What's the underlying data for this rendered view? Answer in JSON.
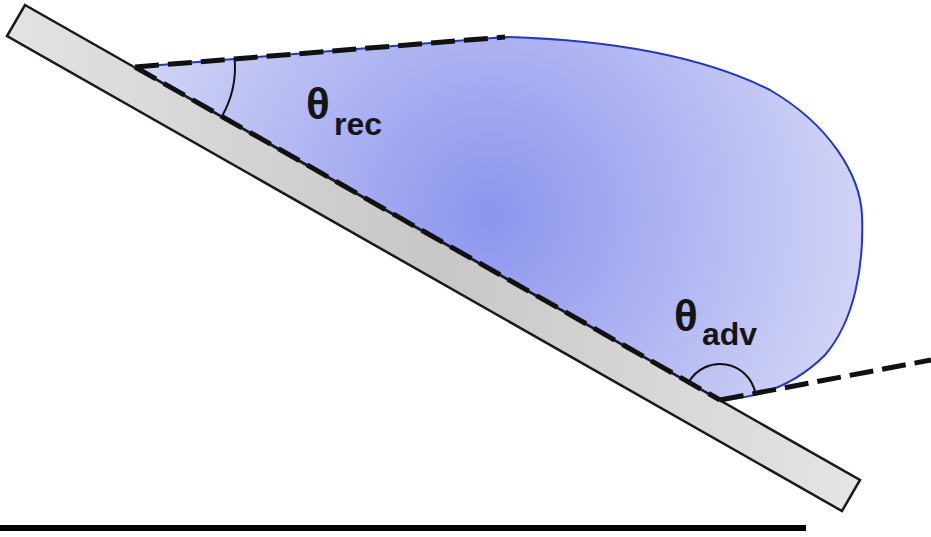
{
  "diagram": {
    "labels": [
      "θ",
      "rec",
      "θ",
      "adv"
    ]
  }
}
